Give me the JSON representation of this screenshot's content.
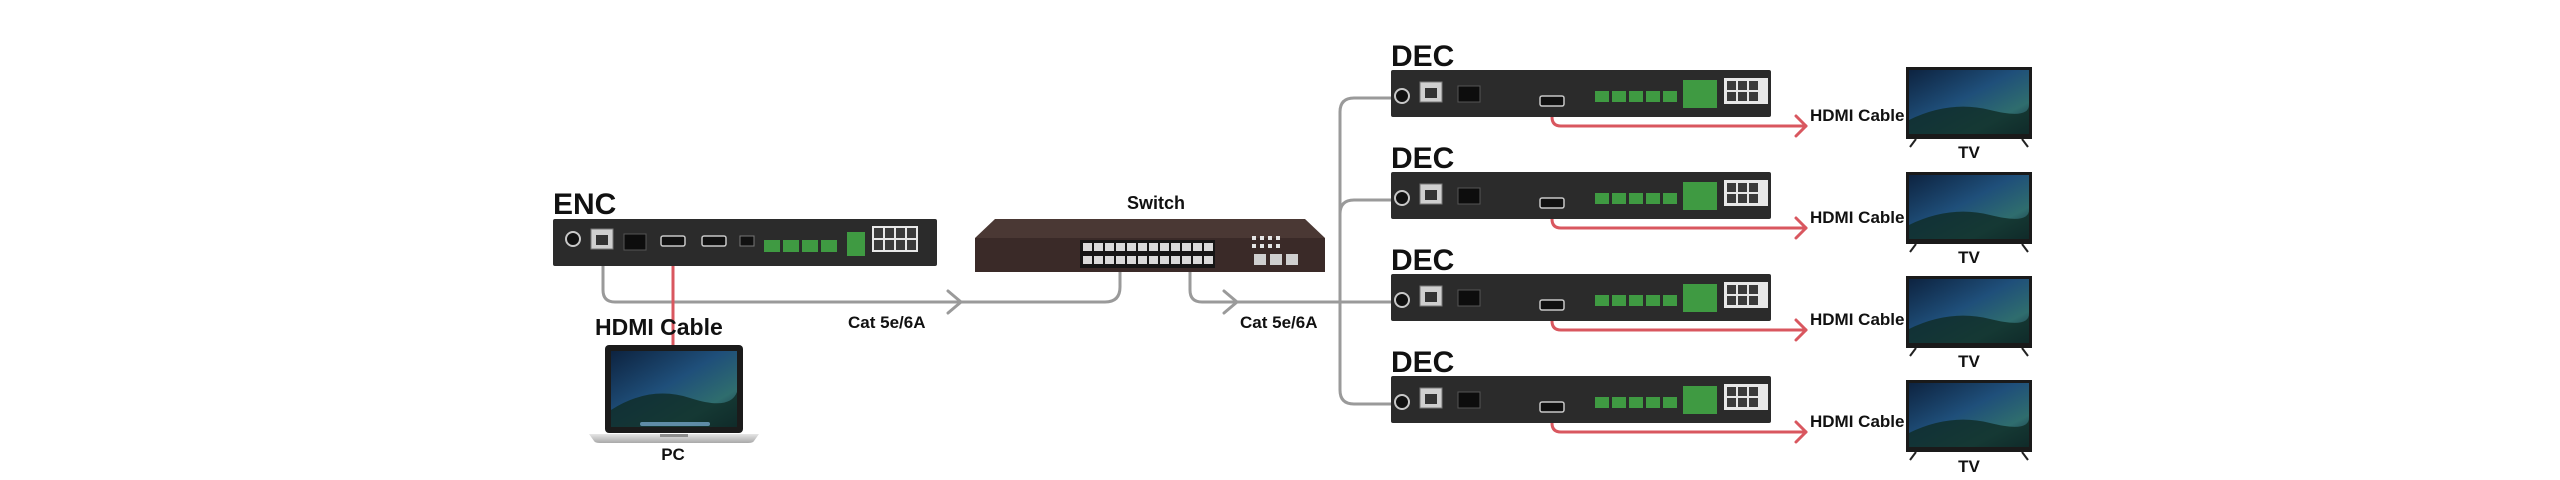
{
  "labels": {
    "enc": "ENC",
    "dec": "DEC",
    "switch": "Switch",
    "pc": "PC",
    "tv": "TV",
    "hdmi_cable": "HDMI Cable",
    "cat_cable": "Cat  5e/6A"
  },
  "colors": {
    "device_body": "#2b2b2b",
    "switch_body": "#3a2a28",
    "cable_gray": "#9a9a9a",
    "cable_red": "#d9575f",
    "terminal_green": "#3f9a42"
  },
  "icons": {
    "pc": "laptop-icon",
    "tv": "tv-icon",
    "arrow": "arrow-head-icon"
  }
}
